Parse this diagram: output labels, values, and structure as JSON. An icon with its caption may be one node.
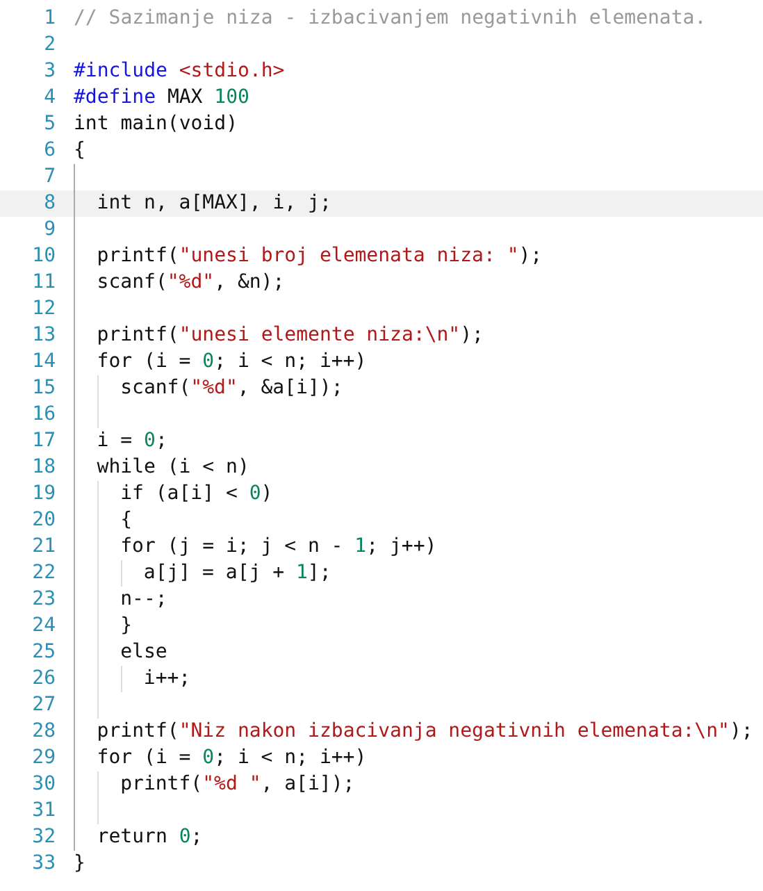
{
  "diagram": {
    "labels": [
      "1",
      "// Sazimanje niza - izbacivanjem negativnih elemenata.",
      "2",
      "3",
      "#include <stdio.h>",
      "4",
      "#define MAX 100",
      "5",
      "int main(void)",
      "6",
      "{",
      "7",
      "8",
      "int n, a[MAX], i, j;",
      "9",
      "10",
      "printf(\"unesi broj elemenata niza: \");",
      "11",
      "scanf(\"%d\", &n);",
      "12",
      "13",
      "printf(\"unesi elemente niza:\\n\");",
      "14",
      "for (i = 0; i < n; i++)",
      "15",
      "scanf(\"%d\", &a[i]);",
      "16",
      "17",
      "i = 0;",
      "18",
      "while (i < n)",
      "19",
      "if (a[i] < 0)",
      "20",
      "{",
      "21",
      "for (j = i; j < n - 1; j++)",
      "22",
      "a[j] = a[j + 1];",
      "23",
      "n--;",
      "24",
      "}",
      "25",
      "else",
      "26",
      "i++;",
      "27",
      "28",
      "printf(\"Niz nakon izbacivanja negativnih elemenata:\\n\");",
      "29",
      "for (i = 0; i < n; i++)",
      "30",
      "printf(\"%d \", a[i]);",
      "31",
      "32",
      "return 0;",
      "33",
      "}"
    ]
  }
}
